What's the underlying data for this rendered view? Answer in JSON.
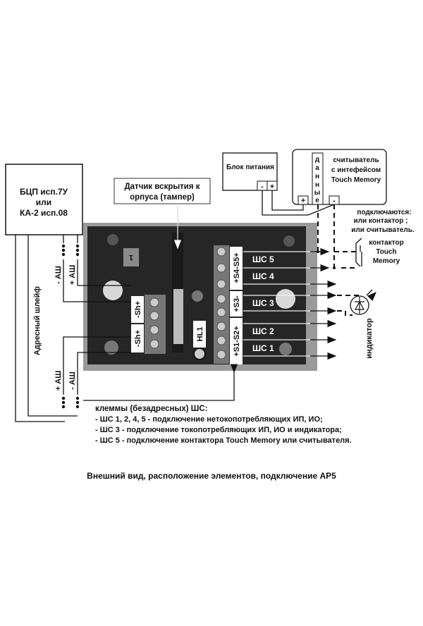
{
  "controller_box": {
    "lines": [
      "БЦП исп.7У",
      "или",
      "КА-2 исп.08"
    ]
  },
  "tamper_label": {
    "lines": [
      "Датчик вскрытия к",
      "орпуса (тампер)"
    ]
  },
  "power_supply": {
    "label": "Блок питания",
    "minus": "-",
    "plus": "+"
  },
  "reader": {
    "lines": [
      "считыватель",
      "с интефейсом",
      "Touch Memory"
    ],
    "data_letters": [
      "д",
      "а",
      "н",
      "н",
      "ы",
      "е"
    ],
    "plus": "+",
    "minus": "-"
  },
  "connect_note": {
    "lines": [
      "подключаются:",
      "или контактор ;",
      "или считыватель."
    ]
  },
  "contactor": {
    "lines": [
      "контактор",
      "Touch",
      "Memory"
    ]
  },
  "indicator_label": "индикатор",
  "address_loop_label": "Адресный шлейф",
  "loop_terminals": {
    "top_minus": "- АШ",
    "top_plus": "+ АШ",
    "bottom_plus": "+ АШ",
    "bottom_minus": "- АШ"
  },
  "board": {
    "sh_labels": [
      "-Sh+",
      "-Sh+"
    ],
    "hl_label": "HL1",
    "jumper_label": "1",
    "right_labels": [
      "+S4-S5+",
      "+S3-",
      "+S1-S2+"
    ],
    "zone_labels": [
      "ШС 5",
      "ШС 4",
      "ШС 3",
      "ШС 2",
      "ШС 1"
    ]
  },
  "notes": {
    "title": "клеммы (безадресных) ШС:",
    "items": [
      "- ШС 1, 2, 4, 5 - подключение нетокопотребляющих ИП, ИО;",
      "- ШС 3 - подключение токопотребляющих ИП, ИО и индикатора;",
      "- ШС 5 - подключение контактора Touch Memory или считывателя."
    ]
  },
  "caption": "Внешний вид, расположение элементов, подключение АР5"
}
